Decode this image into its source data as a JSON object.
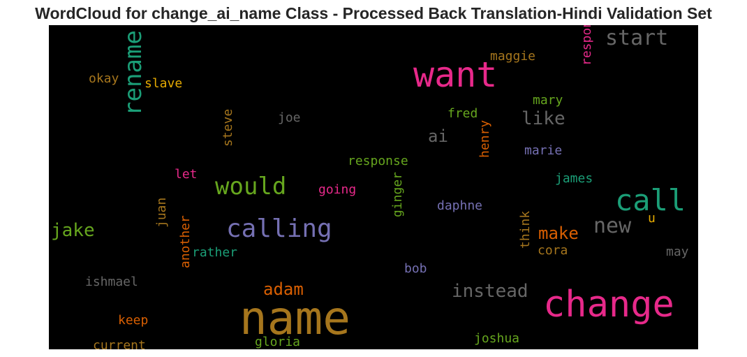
{
  "chart_data": {
    "type": "wordcloud",
    "title": "WordCloud for change_ai_name Class - Processed Back Translation-Hindi Validation Set",
    "background": "#000000",
    "words": [
      {
        "text": "name",
        "size": 66,
        "color": "#a6761d",
        "orientation": "horizontal"
      },
      {
        "text": "change",
        "size": 52,
        "color": "#e7298a",
        "orientation": "horizontal"
      },
      {
        "text": "want",
        "size": 50,
        "color": "#e7298a",
        "orientation": "horizontal"
      },
      {
        "text": "call",
        "size": 42,
        "color": "#1b9e77",
        "orientation": "horizontal"
      },
      {
        "text": "calling",
        "size": 36,
        "color": "#7570b3",
        "orientation": "horizontal"
      },
      {
        "text": "would",
        "size": 34,
        "color": "#66a61e",
        "orientation": "horizontal"
      },
      {
        "text": "rename",
        "size": 34,
        "color": "#1b9e77",
        "orientation": "vertical"
      },
      {
        "text": "start",
        "size": 30,
        "color": "#666666",
        "orientation": "horizontal"
      },
      {
        "text": "new",
        "size": 30,
        "color": "#666666",
        "orientation": "horizontal"
      },
      {
        "text": "instead",
        "size": 26,
        "color": "#666666",
        "orientation": "horizontal"
      },
      {
        "text": "jake",
        "size": 26,
        "color": "#66a61e",
        "orientation": "horizontal"
      },
      {
        "text": "like",
        "size": 26,
        "color": "#666666",
        "orientation": "horizontal"
      },
      {
        "text": "make",
        "size": 24,
        "color": "#d95f02",
        "orientation": "horizontal"
      },
      {
        "text": "adam",
        "size": 24,
        "color": "#d95f02",
        "orientation": "horizontal"
      },
      {
        "text": "ai",
        "size": 24,
        "color": "#666666",
        "orientation": "horizontal"
      },
      {
        "text": "respond",
        "size": 18,
        "color": "#e7298a",
        "orientation": "vertical"
      },
      {
        "text": "maggie",
        "size": 18,
        "color": "#a6761d",
        "orientation": "horizontal"
      },
      {
        "text": "okay",
        "size": 18,
        "color": "#a6761d",
        "orientation": "horizontal"
      },
      {
        "text": "slave",
        "size": 18,
        "color": "#e6ab02",
        "orientation": "horizontal"
      },
      {
        "text": "mary",
        "size": 18,
        "color": "#66a61e",
        "orientation": "horizontal"
      },
      {
        "text": "fred",
        "size": 18,
        "color": "#66a61e",
        "orientation": "horizontal"
      },
      {
        "text": "joe",
        "size": 18,
        "color": "#666666",
        "orientation": "horizontal"
      },
      {
        "text": "steve",
        "size": 18,
        "color": "#a6761d",
        "orientation": "vertical"
      },
      {
        "text": "henry",
        "size": 18,
        "color": "#d95f02",
        "orientation": "vertical"
      },
      {
        "text": "marie",
        "size": 18,
        "color": "#7570b3",
        "orientation": "horizontal"
      },
      {
        "text": "response",
        "size": 18,
        "color": "#66a61e",
        "orientation": "horizontal"
      },
      {
        "text": "let",
        "size": 18,
        "color": "#e7298a",
        "orientation": "horizontal"
      },
      {
        "text": "james",
        "size": 18,
        "color": "#1b9e77",
        "orientation": "horizontal"
      },
      {
        "text": "going",
        "size": 18,
        "color": "#e7298a",
        "orientation": "horizontal"
      },
      {
        "text": "daphne",
        "size": 18,
        "color": "#7570b3",
        "orientation": "horizontal"
      },
      {
        "text": "ginger",
        "size": 18,
        "color": "#66a61e",
        "orientation": "vertical"
      },
      {
        "text": "u",
        "size": 18,
        "color": "#e6ab02",
        "orientation": "horizontal"
      },
      {
        "text": "juan",
        "size": 18,
        "color": "#a6761d",
        "orientation": "vertical"
      },
      {
        "text": "rather",
        "size": 18,
        "color": "#1b9e77",
        "orientation": "horizontal"
      },
      {
        "text": "think",
        "size": 18,
        "color": "#a6761d",
        "orientation": "vertical"
      },
      {
        "text": "cora",
        "size": 18,
        "color": "#a6761d",
        "orientation": "horizontal"
      },
      {
        "text": "may",
        "size": 18,
        "color": "#666666",
        "orientation": "horizontal"
      },
      {
        "text": "another",
        "size": 18,
        "color": "#d95f02",
        "orientation": "vertical"
      },
      {
        "text": "bob",
        "size": 18,
        "color": "#7570b3",
        "orientation": "horizontal"
      },
      {
        "text": "ishmael",
        "size": 18,
        "color": "#666666",
        "orientation": "horizontal"
      },
      {
        "text": "keep",
        "size": 18,
        "color": "#d95f02",
        "orientation": "horizontal"
      },
      {
        "text": "joshua",
        "size": 18,
        "color": "#66a61e",
        "orientation": "horizontal"
      },
      {
        "text": "current",
        "size": 18,
        "color": "#a6761d",
        "orientation": "horizontal"
      },
      {
        "text": "gloria",
        "size": 18,
        "color": "#66a61e",
        "orientation": "horizontal"
      }
    ]
  }
}
